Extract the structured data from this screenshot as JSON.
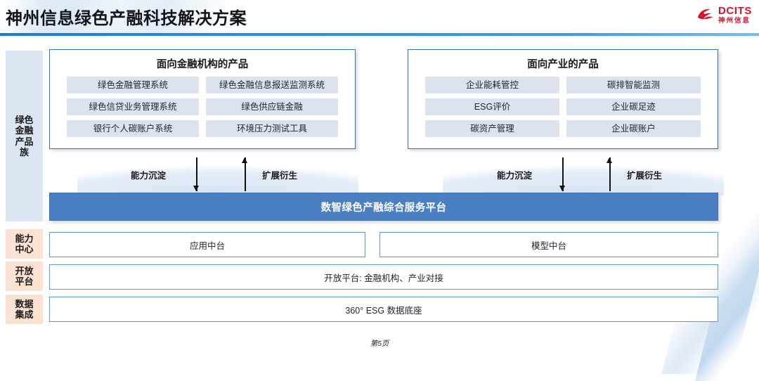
{
  "header": {
    "title": "神州信息绿色产融科技解决方案",
    "logo": {
      "name": "DCITS",
      "sub": "神州信息",
      "color": "#d6132b"
    }
  },
  "theme": {
    "divider_blue": "#2a8fd4",
    "box_border": "#2e75b6",
    "tile_bg": "#dce3ef",
    "platform_blue": "#4a7fc1",
    "sidebar_blue": "#dce6f2",
    "sidebar_orange": "#fce2d2",
    "row_border": "#5b9bd5"
  },
  "sidebar": {
    "items": [
      {
        "id": "green-products",
        "label": "绿色\n金融\n产品\n族",
        "label_flat": "绿色金融产品族",
        "tone": "blue"
      },
      {
        "id": "ability-center",
        "label": "能力\n中心",
        "label_flat": "能力中心",
        "tone": "orange"
      },
      {
        "id": "open-platform",
        "label": "开放\n平台",
        "label_flat": "开放平台",
        "tone": "orange"
      },
      {
        "id": "data-integration",
        "label": "数据\n集成",
        "label_flat": "数据集成",
        "tone": "orange"
      }
    ]
  },
  "products": {
    "left": {
      "title": "面向金融机构的产品",
      "items": [
        "绿色金融管理系统",
        "绿色金融信息报送监测系统",
        "绿色信贷业务管理系统",
        "绿色供应链金融",
        "银行个人碳账户系统",
        "环境压力测试工具"
      ]
    },
    "right": {
      "title": "面向产业的产品",
      "items": [
        "企业能耗管控",
        "碳排智能监测",
        "ESG评价",
        "企业碳足迹",
        "碳资产管理",
        "企业碳账户"
      ]
    }
  },
  "flows": {
    "left": {
      "down_label": "能力沉淀",
      "up_label": "扩展衍生"
    },
    "right": {
      "down_label": "能力沉淀",
      "up_label": "扩展衍生"
    }
  },
  "platform": {
    "label": "数智绿色产融综合服务平台"
  },
  "middle_layer": {
    "app_center": "应用中台",
    "model_center": "模型中台"
  },
  "open_layer": {
    "label": "开放平台: 金融机构、产业对接"
  },
  "data_layer": {
    "label": "360° ESG 数据底座"
  },
  "footer": {
    "page": "第5页"
  }
}
